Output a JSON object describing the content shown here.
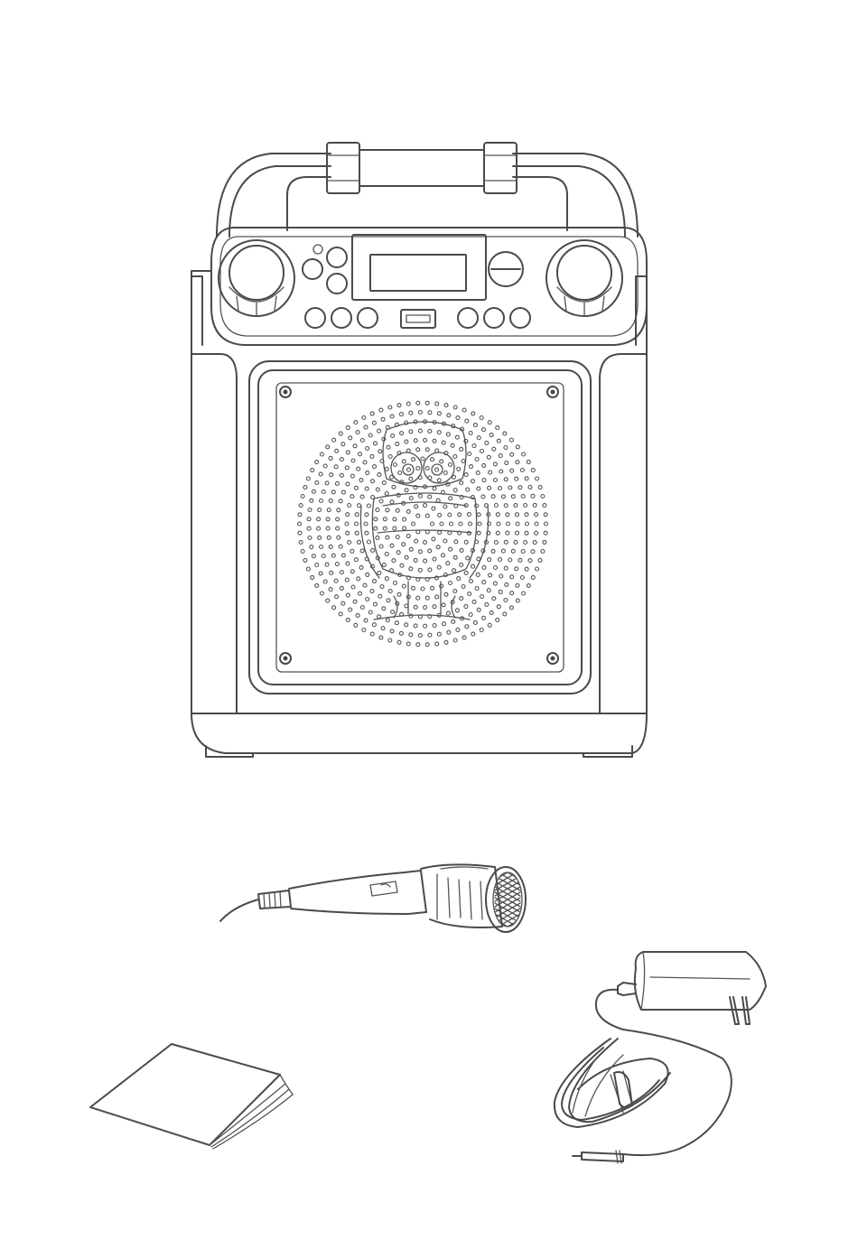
{
  "figure": {
    "items": [
      {
        "name": "karaoke-speaker"
      },
      {
        "name": "microphone"
      },
      {
        "name": "power-adapter"
      },
      {
        "name": "instruction-manual"
      }
    ],
    "colors": {
      "line": "#4a4a4a",
      "background": "#ffffff"
    }
  }
}
